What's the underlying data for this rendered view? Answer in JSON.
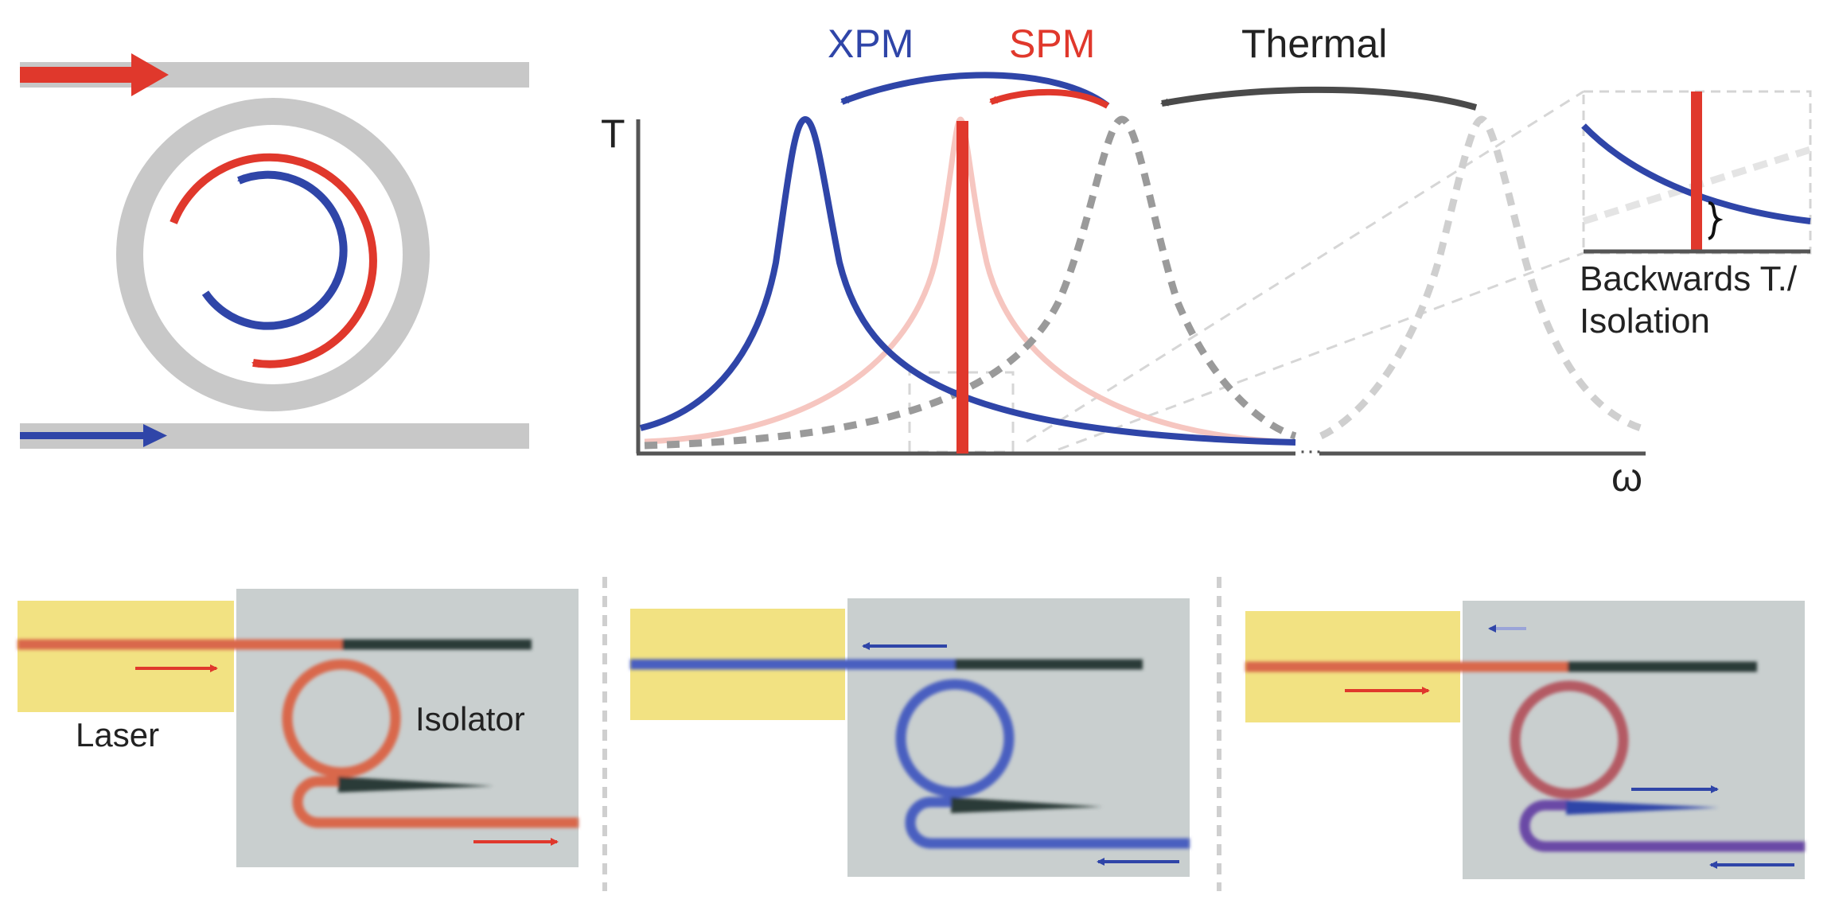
{
  "spectrum": {
    "y_axis_label": "T",
    "x_axis_label": "ω",
    "shift_labels": {
      "xpm": "XPM",
      "spm": "SPM",
      "thermal": "Thermal"
    },
    "inset_caption_line1": "Backwards T./",
    "inset_caption_line2": "Isolation"
  },
  "chips": {
    "laser_label": "Laser",
    "isolator_label": "Isolator"
  },
  "colors": {
    "forward_red": "#e0382c",
    "backward_blue": "#2f45a8",
    "pale_pink": "#f6c6c0",
    "waveguide_gray": "#c8c8c8",
    "dashed_gray": "#9a9a9a",
    "laser_yellow": "#f2e282",
    "chip_gray": "#c9cfcf",
    "dark_waveguide": "#2c3b37"
  },
  "icons": [
    "right-arrow-icon",
    "left-arrow-icon",
    "curved-arrow-icon",
    "brace-icon"
  ]
}
